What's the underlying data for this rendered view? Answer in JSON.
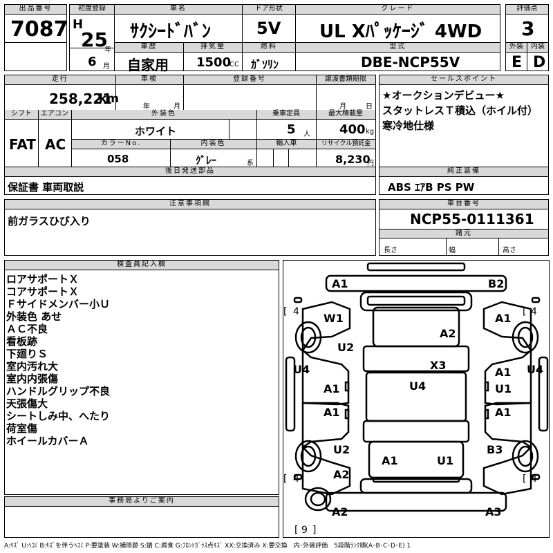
{
  "header": {
    "lot_label": "出品番号",
    "lot_no": "7087",
    "reg_label": "初度登録",
    "era": "H",
    "year": "25",
    "year_unit": "年",
    "month": "6",
    "month_unit": "月",
    "name_label": "車名",
    "name": "ｻｸｼｰﾄﾞﾊﾞﾝ",
    "door_label": "ドア形状",
    "door": "5V",
    "grade_label": "グレード",
    "grade": "UL Xﾊﾟｯｹｰｼﾞ 4WD",
    "score_label": "評価点",
    "score": "3",
    "history_label": "車歴",
    "history": "自家用",
    "disp_label": "排気量",
    "disp": "1500",
    "disp_unit": "CC",
    "fuel_label": "燃料",
    "fuel": "ｶﾞｿﾘﾝ",
    "model_label": "型式",
    "model": "DBE-NCP55V",
    "ext_label": "外装",
    "ext": "E",
    "int_label": "内装",
    "int": "D"
  },
  "row2": {
    "mileage_label": "走行",
    "mileage": "258,221",
    "mileage_unit": "km",
    "inspect_label": "車検",
    "inspect_year_unit": "年",
    "inspect_month_unit": "月",
    "regno_label": "登録番号",
    "transfer_label": "譲渡書類期限",
    "transfer_month_unit": "月",
    "transfer_day_unit": "日",
    "shift_label": "シフト",
    "shift": "FAT",
    "ac_label": "エアコン",
    "ac": "AC",
    "color_label": "外装色",
    "color": "ホワイト",
    "capacity_label": "乗車定員",
    "capacity": "5",
    "capacity_unit": "人",
    "load_label": "最大積載量",
    "load": "400",
    "load_unit": "kg",
    "colorno_label": "カラーNo.",
    "colorno": "058",
    "interior_label": "内装色",
    "interior": "ｸﾞﾚｰ",
    "interior_unit": "系",
    "import_label": "輸入車",
    "recycle_label": "リサイクル預託金",
    "recycle": "8,230",
    "recycle_unit": "円"
  },
  "sales": {
    "label": "セールスポイント",
    "lines": [
      "★オークションデビュー★",
      "スタットレスＴ積込（ホイル付）",
      "寒冷地仕様"
    ]
  },
  "later": {
    "label": "後日発送部品",
    "text": "保証書 車両取説"
  },
  "equip": {
    "label": "純正装備",
    "text": "ABS ｴｱB PS PW"
  },
  "notes": {
    "label": "注意事項欄",
    "text": "前ガラスひび入り"
  },
  "chassis": {
    "label": "車台番号",
    "number": "NCP55-0111361",
    "dims_label": "諸元",
    "length": "長さ",
    "width": "幅",
    "height": "高さ"
  },
  "inspector": {
    "label": "検査員記入欄",
    "lines": [
      "ロアサポートＸ",
      "コアサポートＸ",
      "Ｆサイドメンバー小Ｕ",
      "外装色 あせ",
      "ＡＣ不良",
      "看板跡",
      "下廻りＳ",
      "室内汚れ大",
      "室内内張傷",
      "ハンドルグリップ不良",
      "天張傷大",
      "シートしみ中、へたり",
      "荷室傷",
      "ホイールカバーＡ"
    ]
  },
  "office": {
    "label": "事務局よりご案内"
  },
  "diagram": {
    "marks": [
      "A1",
      "B2",
      "W1",
      "A1",
      "U2",
      "A2",
      "X3",
      "U4",
      "U4",
      "A1",
      "U1",
      "U4",
      "A1",
      "A1",
      "A1",
      "U2",
      "B3",
      "A1",
      "U1",
      "A2",
      "A2",
      "A3"
    ],
    "tires": [
      "4",
      "4",
      "4",
      "4",
      "9"
    ]
  },
  "legend": "A:ｷｽﾞ U:ﾍｺﾐ B:ｷｽﾞを伴うﾍｺﾐ P:要塗装 W:補修跡 S:錆 C:腐食 G:ﾌﾛﾝﾄｶﾞﾗｽ点ｷｽﾞ XX:交換済み X:要交換　内･外装評価　5段階ﾗﾝｸ順(A･B･C･D･E) 1"
}
